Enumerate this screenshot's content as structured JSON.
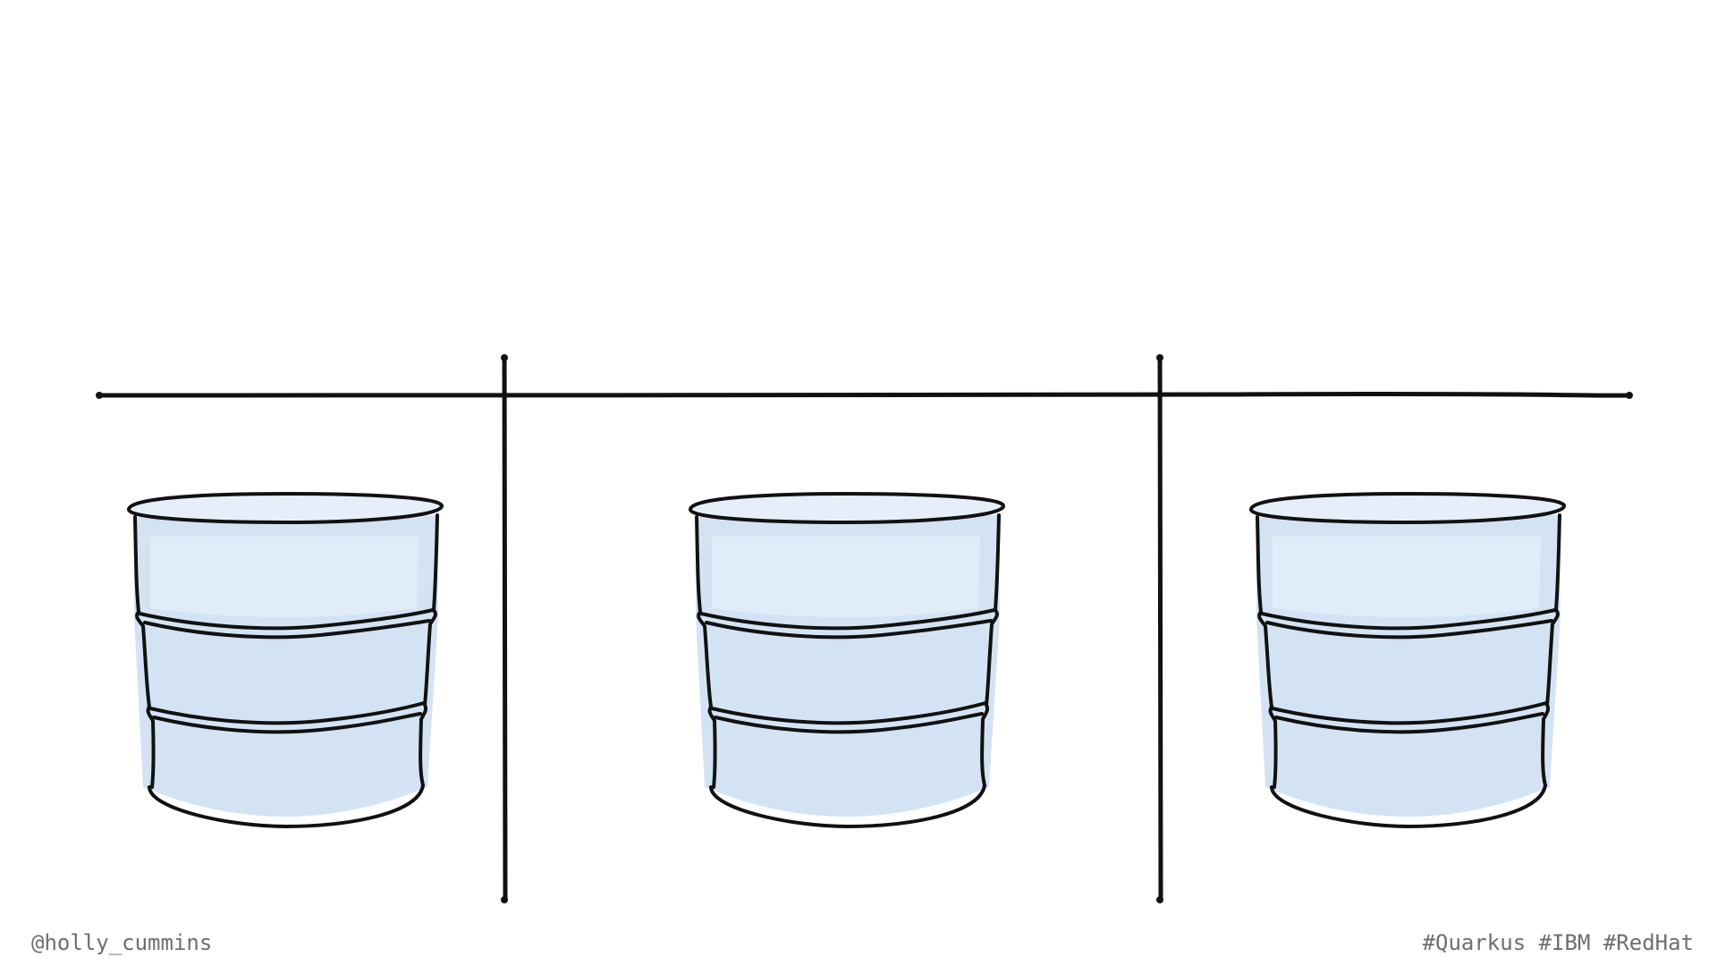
{
  "footer": {
    "handle": "@holly_cummins",
    "hashtags": "#Quarkus #IBM #RedHat"
  },
  "diagram": {
    "line_color": "#111111",
    "fill_color": "#d4e3f4",
    "fill_highlight": "#e6eff9",
    "cylinders": [
      {
        "name": "database-cylinder-left"
      },
      {
        "name": "database-cylinder-middle"
      },
      {
        "name": "database-cylinder-right"
      }
    ]
  }
}
